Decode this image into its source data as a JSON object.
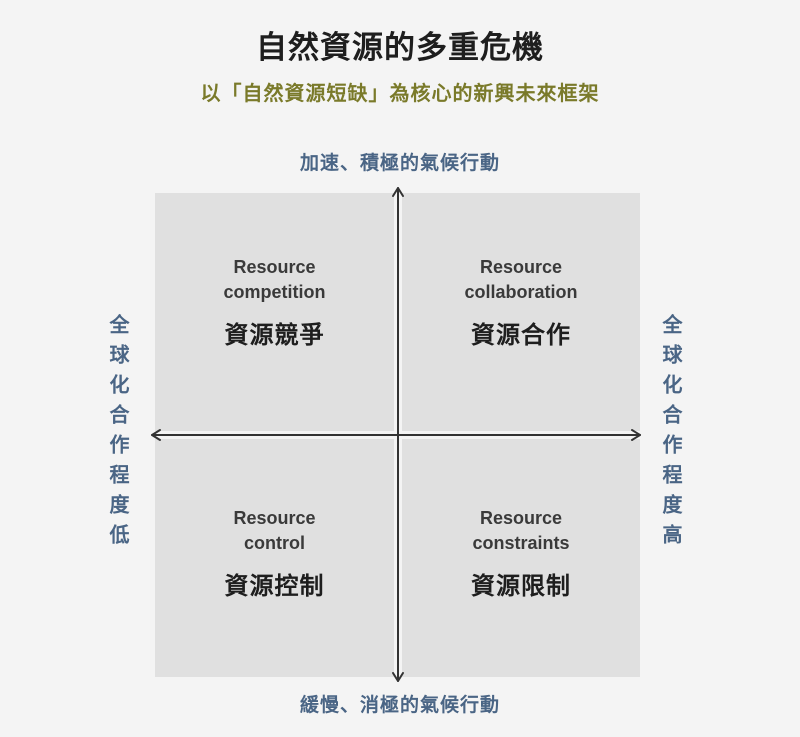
{
  "title": "自然資源的多重危機",
  "subtitle": "以「自然資源短缺」為核心的新興未來框架",
  "axes": {
    "top": "加速、積極的氣候行動",
    "bottom": "緩慢、消極的氣候行動",
    "left": "全球化合作程度低",
    "right": "全球化合作程度高"
  },
  "quadrants": {
    "top_left": {
      "en_line1": "Resource",
      "en_line2": "competition",
      "zh": "資源競爭"
    },
    "top_right": {
      "en_line1": "Resource",
      "en_line2": "collaboration",
      "zh": "資源合作"
    },
    "bottom_left": {
      "en_line1": "Resource",
      "en_line2": "control",
      "zh": "資源控制"
    },
    "bottom_right": {
      "en_line1": "Resource",
      "en_line2": "constraints",
      "zh": "資源限制"
    }
  },
  "colors": {
    "quadrant_fill": "#e0e0e0",
    "axis_label": "#4a6585",
    "subtitle": "#7a7a2a",
    "arrow": "#333333"
  }
}
